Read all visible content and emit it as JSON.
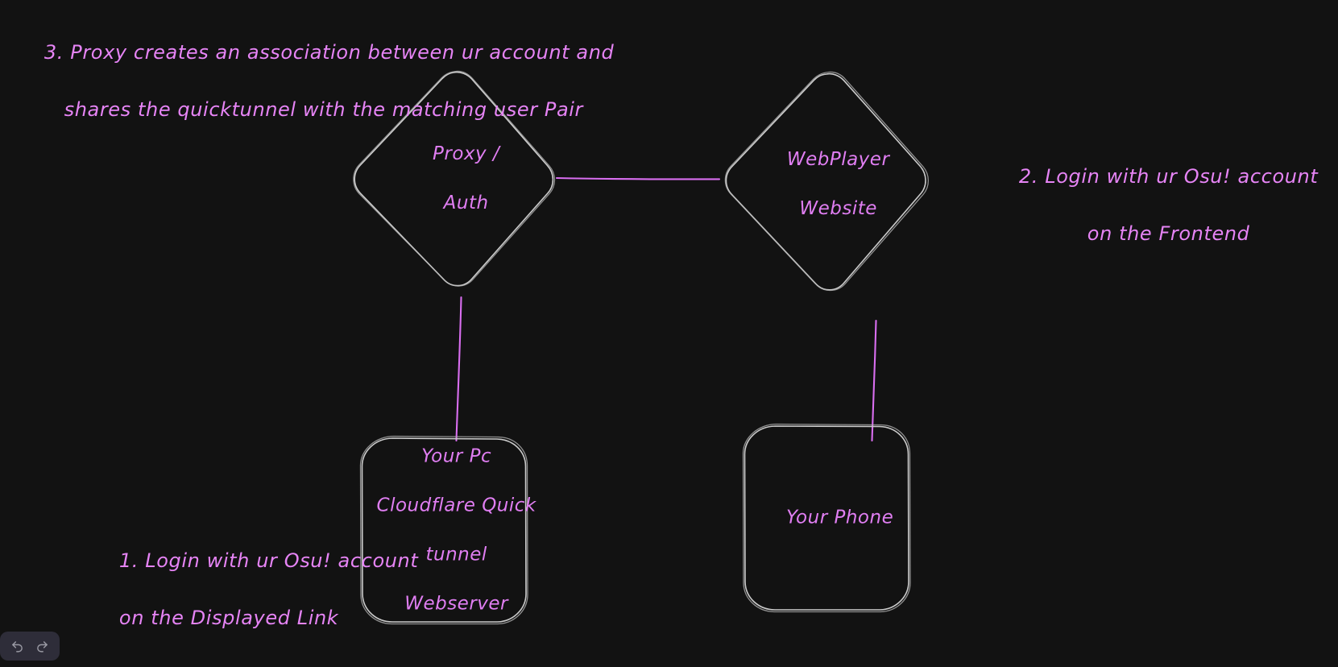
{
  "app": {
    "name": "excalidraw-canvas",
    "background_color": "#121212",
    "stroke_color": "#c9c9c9",
    "accent_color": "#d96ef0",
    "text_color": "#e684f5"
  },
  "notes": [
    {
      "id": "step3",
      "line1": "3. Proxy creates an association between ur account and",
      "line2": "   shares the quicktunnel with the matching user Pair"
    },
    {
      "id": "step2",
      "line1": "2. Login with ur Osu! account",
      "line2": "on the Frontend"
    },
    {
      "id": "step1",
      "line1": "1. Login with ur Osu! account",
      "line2": "on the Displayed Link"
    }
  ],
  "shapes": {
    "proxy_auth": {
      "label_line1": "Proxy /",
      "label_line2": "Auth",
      "type": "diamond"
    },
    "webplayer": {
      "label_line1": "WebPlayer",
      "label_line2": "Website",
      "type": "diamond"
    },
    "your_pc": {
      "label_line1": "Your Pc",
      "label_line2": "Cloudflare Quick",
      "label_line3": "tunnel",
      "label_line4": "Webserver",
      "type": "rounded-rectangle"
    },
    "your_phone": {
      "label_line1": "Your Phone",
      "type": "rounded-rectangle"
    }
  },
  "connectors": [
    {
      "id": "proxy-to-webplayer",
      "from": "proxy_auth",
      "to": "webplayer"
    },
    {
      "id": "proxy-to-pc",
      "from": "proxy_auth",
      "to": "your_pc"
    },
    {
      "id": "webplayer-to-phone",
      "from": "webplayer",
      "to": "your_phone"
    }
  ],
  "toolbar": {
    "undo_label": "Undo",
    "redo_label": "Redo"
  }
}
